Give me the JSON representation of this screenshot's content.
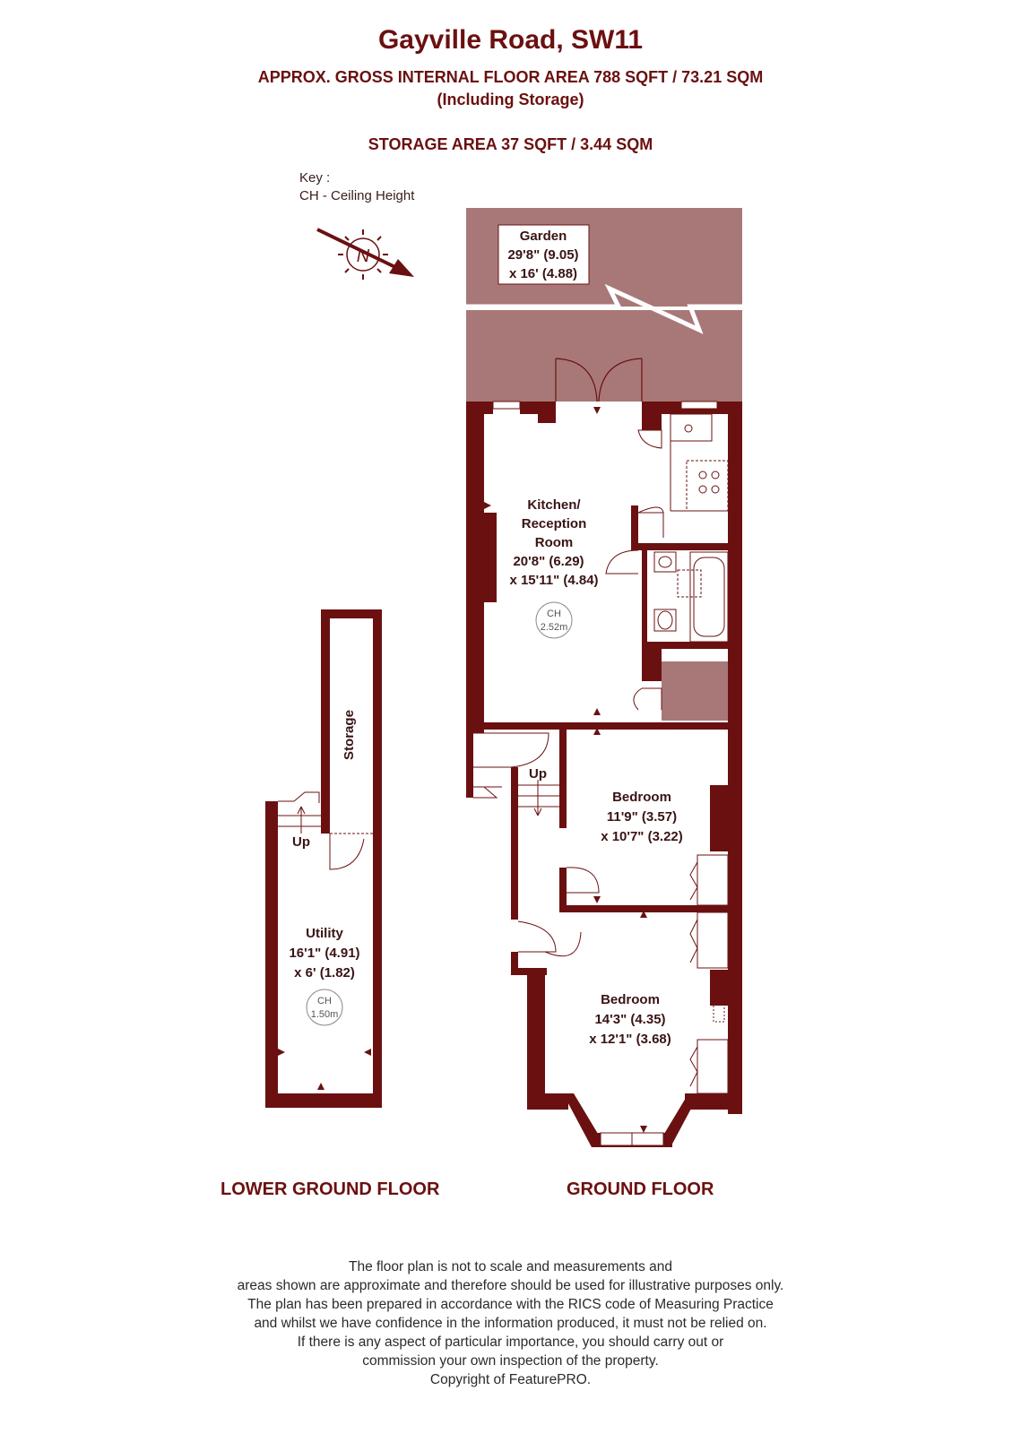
{
  "header": {
    "title": "Gayville Road, SW11",
    "area": "APPROX. GROSS INTERNAL FLOOR AREA 788 SQFT / 73.21 SQM",
    "note": "(Including Storage)",
    "storage": "STORAGE AREA 37 SQFT / 3.44 SQM"
  },
  "key": {
    "title": "Key :",
    "item": "CH - Ceiling Height"
  },
  "compass": {
    "letter": "N"
  },
  "rooms": {
    "garden": {
      "name": "Garden",
      "dim1": "29'8\" (9.05)",
      "dim2": "x 16' (4.88)"
    },
    "kitchen": {
      "name1": "Kitchen/",
      "name2": "Reception",
      "name3": "Room",
      "dim1": "20'8\" (6.29)",
      "dim2": "x 15'11\" (4.84)",
      "ch1": "CH",
      "ch2": "2.52m"
    },
    "storage": {
      "name": "Storage"
    },
    "utility": {
      "name": "Utility",
      "dim1": "16'1\" (4.91)",
      "dim2": "x 6' (1.82)",
      "ch1": "CH",
      "ch2": "1.50m",
      "up": "Up"
    },
    "bedroom1": {
      "name": "Bedroom",
      "dim1": "11'9\" (3.57)",
      "dim2": "x 10'7\" (3.22)"
    },
    "bedroom2": {
      "name": "Bedroom",
      "dim1": "14'3\" (4.35)",
      "dim2": "x 12'1\" (3.68)"
    },
    "hall": {
      "up": "Up"
    }
  },
  "floors": {
    "lower": "LOWER GROUND FLOOR",
    "ground": "GROUND FLOOR"
  },
  "disclaimer": [
    "The floor plan is not to scale and measurements and",
    "areas shown are approximate and therefore should be used for illustrative purposes only.",
    "The plan has been prepared in accordance with the RICS code of Measuring Practice",
    "and whilst we have confidence in the information produced, it must not be relied on.",
    "If there is any aspect of particular importance, you should carry out or",
    "commission your own inspection of the property.",
    "Copyright of FeaturePRO."
  ],
  "colors": {
    "wall": "#6b1010",
    "garden": "#a87878",
    "text": "#6b1010"
  }
}
